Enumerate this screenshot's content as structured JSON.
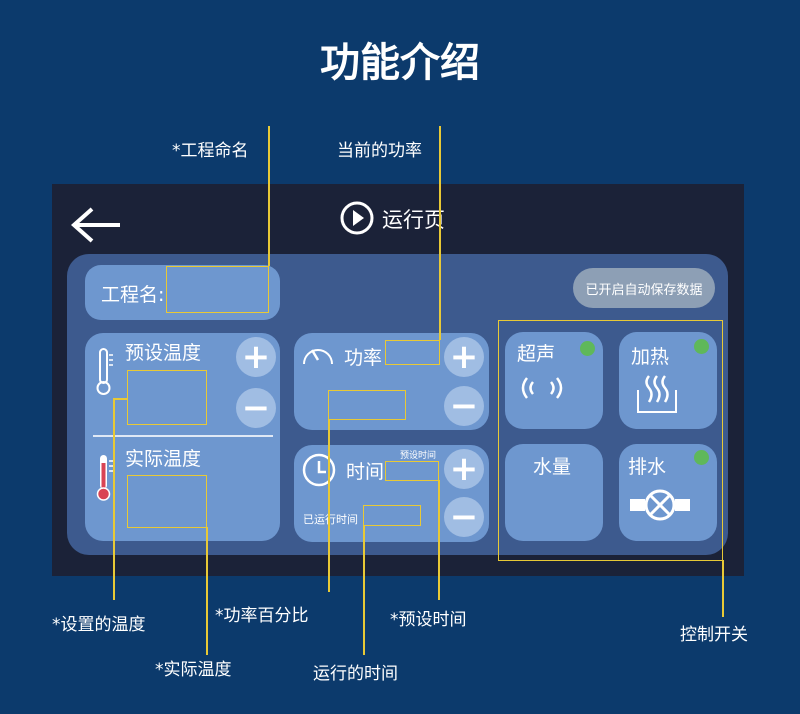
{
  "title": "功能介绍",
  "page": {
    "name": "运行页"
  },
  "project": {
    "label": "工程名:",
    "autosave": "已开启自动保存数据"
  },
  "temp": {
    "preset": "预设温度",
    "actual": "实际温度"
  },
  "power": {
    "label": "功率"
  },
  "time": {
    "label": "时间",
    "preset": "预设时间",
    "elapsed": "已运行时间"
  },
  "controls": [
    {
      "label": "超声",
      "on": true
    },
    {
      "label": "加热",
      "on": true
    },
    {
      "label": "水量",
      "on": false
    },
    {
      "label": "排水",
      "on": true
    }
  ],
  "buttons": {
    "plus": "+",
    "minus": "−"
  },
  "annotations": {
    "project_name": "*工程命名",
    "current_power": "当前的功率",
    "set_temp": "*设置的温度",
    "actual_temp": "*实际温度",
    "power_percent": "*功率百分比",
    "preset_time": "*预设时间",
    "run_time": "运行的时间",
    "control_switch": "控制开关"
  },
  "colors": {
    "background": "#0c3a6c",
    "card": "#6e97cf",
    "annotation": "#e8c936",
    "indicator": "#5fb85a"
  }
}
